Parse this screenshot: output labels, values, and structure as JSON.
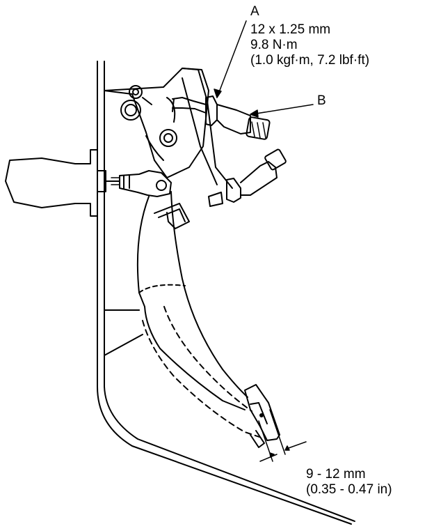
{
  "callout_a": {
    "letter": "A",
    "lines": [
      "12 x 1.25 mm",
      "9.8 N·m",
      "(1.0 kgf·m, 7.2 lbf·ft)"
    ]
  },
  "callout_b": {
    "letter": "B"
  },
  "dimension": {
    "lines": [
      "9 - 12 mm",
      "(0.35 - 0.47 in)"
    ]
  }
}
